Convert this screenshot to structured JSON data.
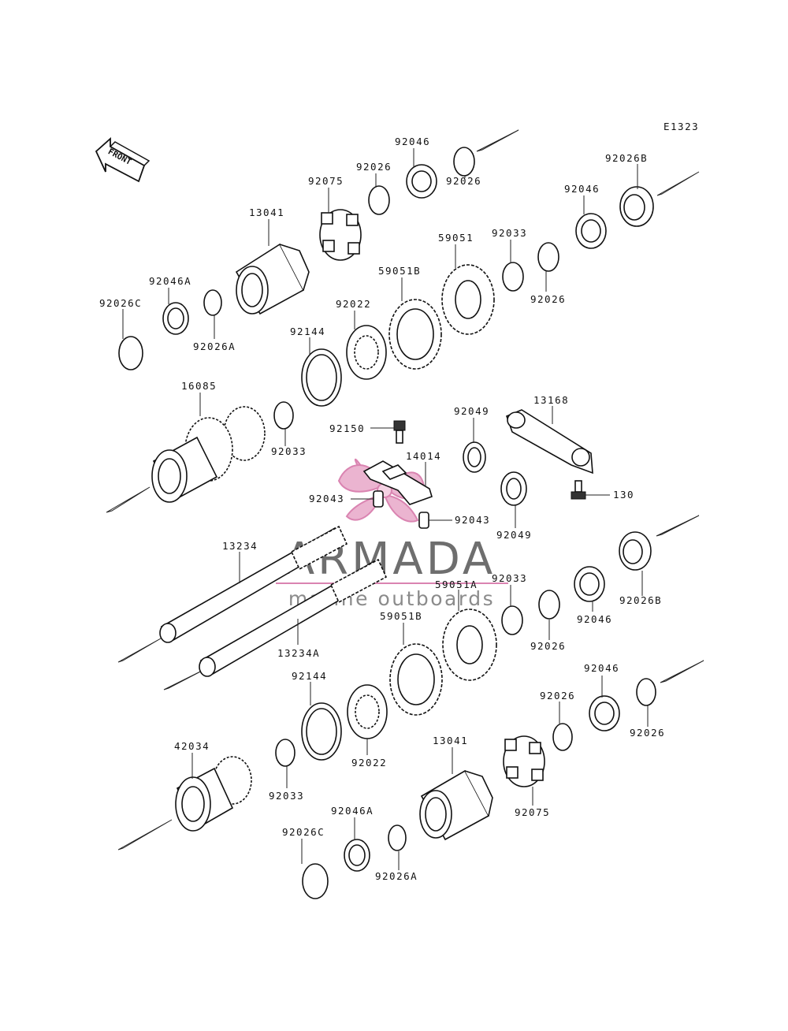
{
  "diagram_code": "E1323",
  "front_label": "FRONT",
  "watermark": {
    "brand": "ARMADA",
    "tagline": "marine outboards"
  },
  "callouts": {
    "p13041_top": "13041",
    "p92075_top": "92075",
    "p92026_top1": "92026",
    "p92046_top1": "92046",
    "p92026_top2": "92026",
    "p92026B_top": "92026B",
    "p92046_top2": "92046",
    "p92033_top": "92033",
    "p92026_top3": "92026",
    "p59051": "59051",
    "p59051B_top": "59051B",
    "p92022_top": "92022",
    "p92144_top": "92144",
    "p92046A_top": "92046A",
    "p92026C_top": "92026C",
    "p92026A_top": "92026A",
    "p16085": "16085",
    "p92033_mid1": "92033",
    "p92150": "92150",
    "p14014": "14014",
    "p92043_left": "92043",
    "p92043_right": "92043",
    "p92049_top": "92049",
    "p92049_bot": "92049",
    "p13168": "13168",
    "p130": "130",
    "p13234": "13234",
    "p13234A": "13234A",
    "p59051A": "59051A",
    "p92033_mid2": "92033",
    "p59051B_bot": "59051B",
    "p92026_mid": "92026",
    "p92046_mid": "92046",
    "p92026B_mid": "92026B",
    "p92144_bot": "92144",
    "p92022_bot": "92022",
    "p42034": "42034",
    "p92033_bot": "92033",
    "p13041_bot": "13041",
    "p92075_bot": "92075",
    "p92026_bot1": "92026",
    "p92046_bot": "92046",
    "p92026_bot2": "92026",
    "p92046A_bot": "92046A",
    "p92026C_bot": "92026C",
    "p92026A_bot": "92026A"
  }
}
